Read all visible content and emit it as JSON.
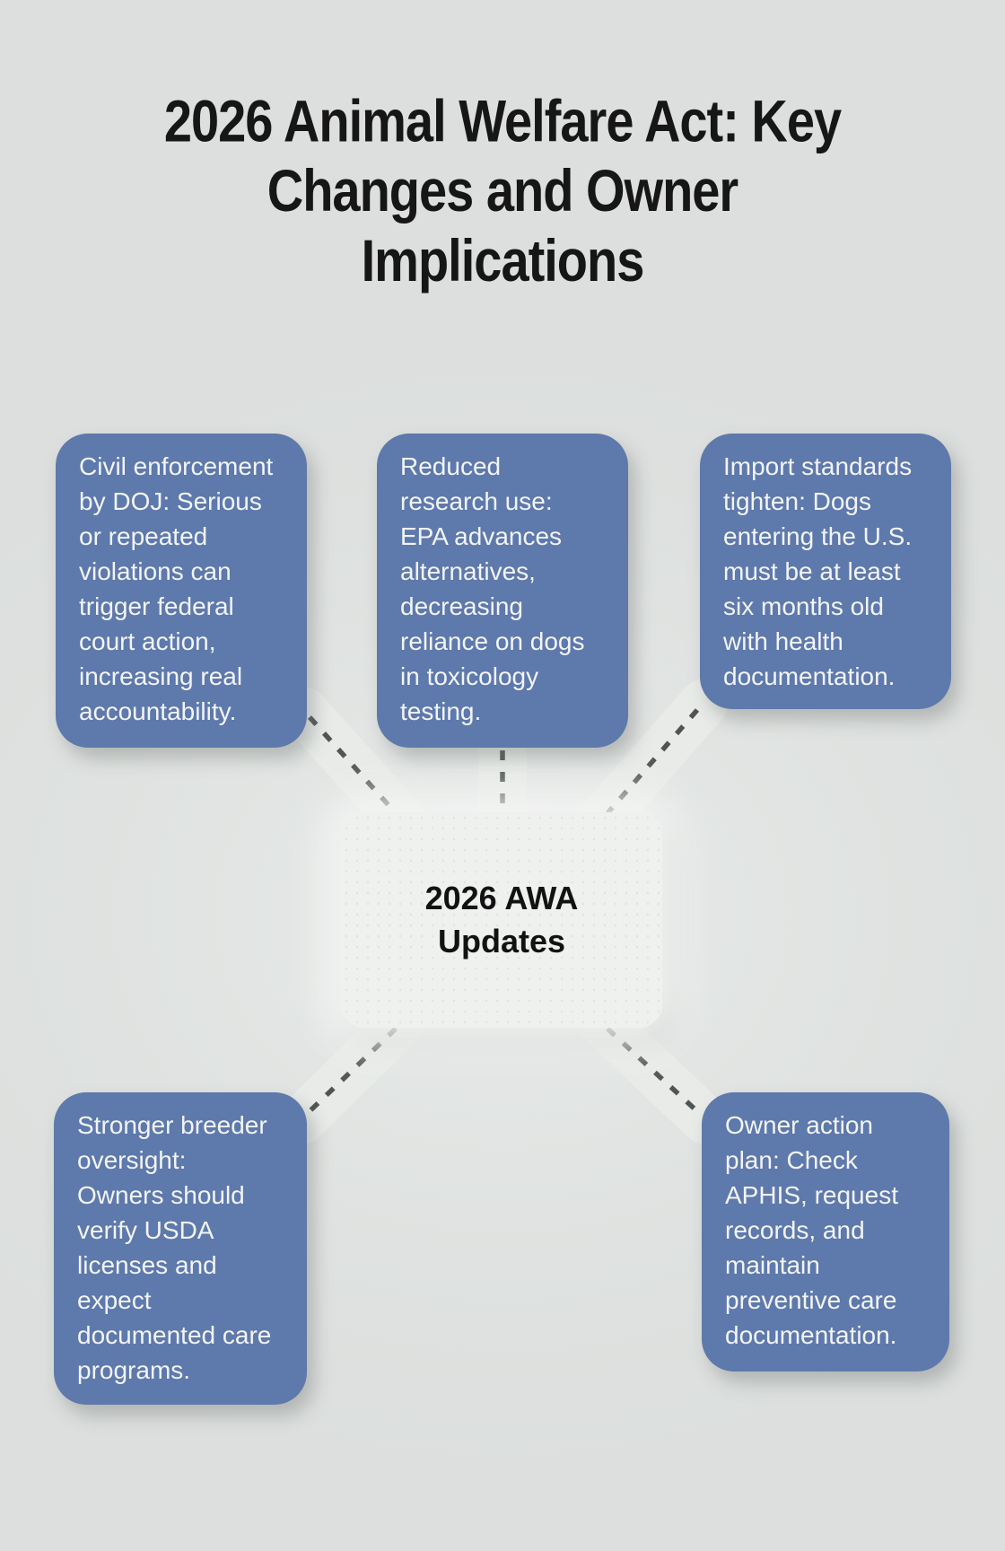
{
  "title_lines": [
    "2026 Animal Welfare Act: Key",
    "Changes and Owner",
    "Implications"
  ],
  "center_node": {
    "label": "2026 AWA Updates"
  },
  "nodes": [
    {
      "name": "civil-enforcement-doj",
      "text": "Civil enforcement by DOJ: Serious or repeated violations can trigger federal court action, increasing real accountability."
    },
    {
      "name": "reduced-research-use",
      "text": "Reduced research use: EPA advances alternatives, decreasing reliance on dogs in toxicology testing."
    },
    {
      "name": "import-standards-tighten",
      "text": "Import standards tighten: Dogs entering the U.S. must be at least six months old with health documentation."
    },
    {
      "name": "stronger-breeder-oversight",
      "text": "Stronger breeder oversight: Owners should verify USDA licenses and expect documented care programs."
    },
    {
      "name": "owner-action-plan",
      "text": "Owner action plan: Check APHIS, request records, and maintain preventive care documentation."
    }
  ],
  "colors": {
    "bg": "#dfe2e0",
    "node-fill": "#5e79ab",
    "node-text": "#f2f4f7",
    "card-fill": "#eff1ef",
    "title-color": "#161616",
    "dash-color": "#505453",
    "glow-color": "#e9ece9"
  }
}
